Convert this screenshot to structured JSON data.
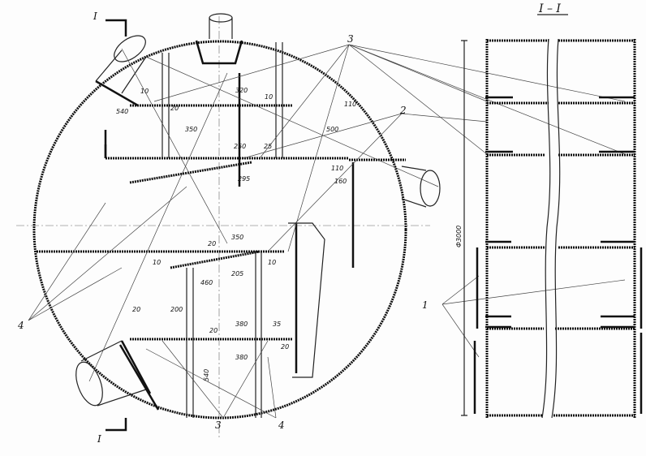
{
  "section_marks": {
    "top": "I",
    "bottom": "I",
    "section_title": "I – I"
  },
  "callouts": {
    "c1": "1",
    "c2": "2",
    "c3_top": "3",
    "c3_bottom": "3",
    "c4_left": "4",
    "c4_bottom": "4"
  },
  "dimensions": {
    "d540a": "540",
    "d10a": "10",
    "d320": "320",
    "d10b": "10",
    "d20a": "20",
    "d110a": "110",
    "d350a": "350",
    "d500": "500",
    "d250": "250",
    "d25": "25",
    "d295": "295",
    "d110b": "110",
    "d160": "160",
    "d350b": "350",
    "d20b": "20",
    "d10c": "10",
    "d205": "205",
    "d460": "460",
    "d10d": "10",
    "d20c": "20",
    "d200": "200",
    "d380a": "380",
    "d20d": "20",
    "d35": "35",
    "d20e": "20",
    "d380b": "380",
    "d540b": "540",
    "d3000": "Ф3000"
  }
}
